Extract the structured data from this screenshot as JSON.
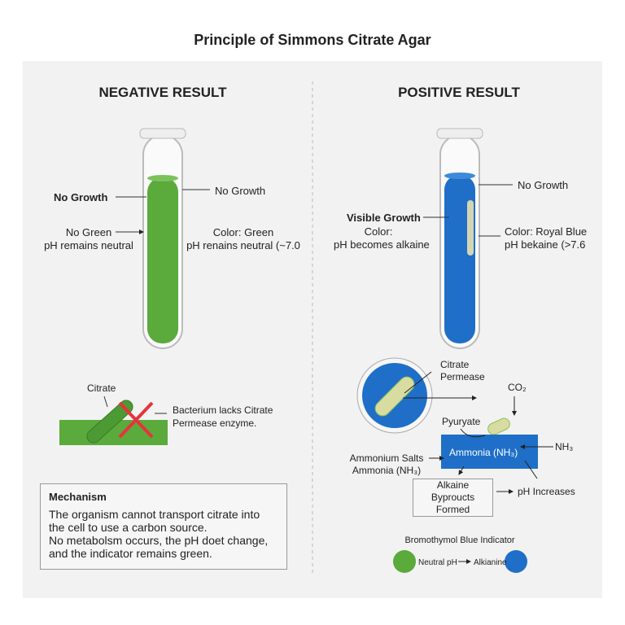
{
  "title": "Principle of Simmons Citrate Agar",
  "negative": {
    "heading": "NEGATIVE RESULT",
    "left_label_1": "No Growth",
    "left_label_2a": "No Green",
    "left_label_2b": "pH remains neutral",
    "right_label_1": "No Growth",
    "right_label_2a": "Color: Green",
    "right_label_2b": "pH renains neutral (~7.0",
    "citrate_label": "Citrate",
    "lacks_a": "Bacterium lacks Citrate",
    "lacks_b": "Permease enzyme.",
    "mechanism": {
      "title": "Mechanism",
      "lines": [
        "The organism cannot transport citrate into",
        "the cell to use a carbon source.",
        "No metabolsm occurs, the pH doet change,",
        "and the indicator remains green."
      ]
    }
  },
  "positive": {
    "heading": "POSITIVE RESULT",
    "right_label_1": "No Growth",
    "left_label_1": "Visible Growth",
    "left_label_2": "Color:",
    "left_label_3": "pH becomes alkaine",
    "right_label_2a": "Color: Royal Blue",
    "right_label_2b": "pH bekaine (>7.6",
    "permease_a": "Citrate",
    "permease_b": "Permease",
    "co2": "CO₂",
    "pyruvate": "Pyuryate",
    "ammonia_box": "Ammonia (NH₃)",
    "nh3": "NH₃",
    "salts_a": "Ammonium Salts",
    "salts_b": "Ammonia (NH₃)",
    "byproducts": [
      "Alkaine",
      "Byproucts",
      "Formed"
    ],
    "ph_increases": "pH Increases",
    "indicator_title": "Bromothymol Blue Indicator",
    "neutral": "Neutral pH",
    "alkaline": "Alkianine"
  },
  "colors": {
    "green": "#5aaa3c",
    "blue": "#1f6fc8",
    "red": "#e8323c"
  }
}
